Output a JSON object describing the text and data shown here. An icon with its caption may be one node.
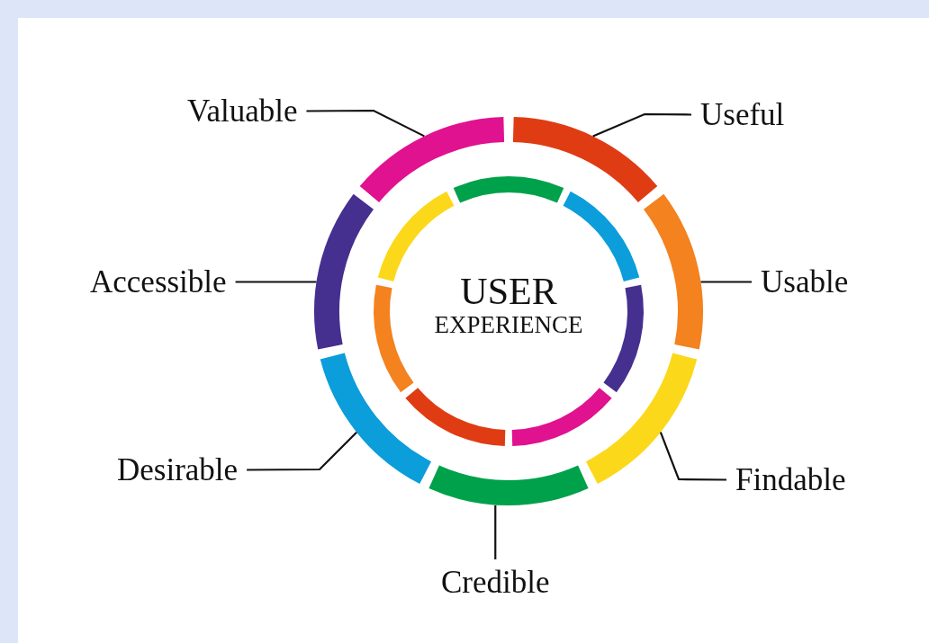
{
  "diagram": {
    "nodes": [
      {
        "text": [
          "USER",
          "EXPERIENCE"
        ]
      },
      {
        "text": [
          "Useful"
        ]
      },
      {
        "text": [
          "Usable"
        ]
      },
      {
        "text": [
          "Findable"
        ]
      },
      {
        "text": [
          "Credible"
        ]
      },
      {
        "text": [
          "Desirable"
        ]
      },
      {
        "text": [
          "Accessible"
        ]
      },
      {
        "text": [
          "Valuable"
        ]
      },
      {
        "text": [],
        "shape": "arc"
      },
      {
        "text": [],
        "shape": "arc"
      },
      {
        "text": [],
        "shape": "arc"
      },
      {
        "text": [],
        "shape": "arc"
      },
      {
        "text": [],
        "shape": "arc"
      },
      {
        "text": [],
        "shape": "arc"
      },
      {
        "text": [],
        "shape": "arc"
      }
    ],
    "edges": [
      {
        "from": 1,
        "to": 8,
        "arrow": "none"
      },
      {
        "from": 2,
        "to": 9,
        "arrow": "none"
      },
      {
        "from": 3,
        "to": 10,
        "arrow": "none"
      },
      {
        "from": 4,
        "to": 11,
        "arrow": "none"
      },
      {
        "from": 5,
        "to": 12,
        "arrow": "none"
      },
      {
        "from": 6,
        "to": 13,
        "arrow": "none"
      },
      {
        "from": 7,
        "to": 14,
        "arrow": "none"
      }
    ]
  }
}
